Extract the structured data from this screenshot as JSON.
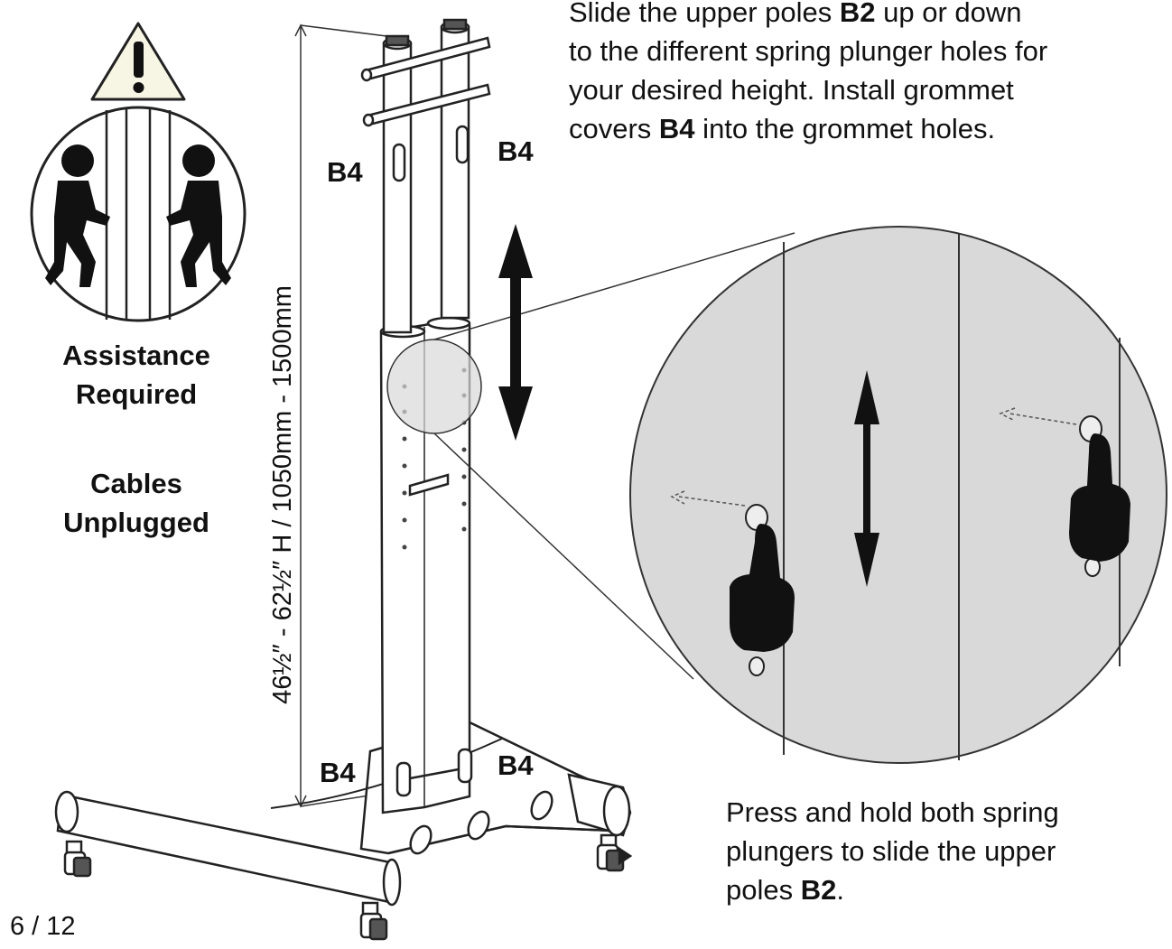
{
  "instruction_top": {
    "line1_a": "Slide the upper poles ",
    "line1_b": "B2",
    "line1_c": " up or down",
    "line2": "to the different spring plunger holes for",
    "line3": "your desired height. Install grommet",
    "line4_a": "covers ",
    "line4_b": "B4",
    "line4_c": " into the grommet holes."
  },
  "instruction_bottom": {
    "line1": "Press and hold both spring",
    "line2": "plungers to slide the upper",
    "line3_a": "poles ",
    "line3_b": "B2",
    "line3_c": "."
  },
  "warnings": {
    "assistance": [
      "Assistance",
      "Required"
    ],
    "cables": [
      "Cables",
      "Unplugged"
    ]
  },
  "part_labels": {
    "top_left": "B4",
    "top_right": "B4",
    "bottom_left": "B4",
    "bottom_right": "B4"
  },
  "dimension": "46½″ - 62½″ H / 1050mm - 1500mm",
  "page_number": "6 / 12",
  "icons": [
    "warning-triangle-icon",
    "two-person-lift-icon",
    "up-down-arrow-icon",
    "press-finger-icon"
  ],
  "colors": {
    "ink": "#111111",
    "detail_fill": "#d9d9d9",
    "warning_fill": "#f7f5e3"
  }
}
